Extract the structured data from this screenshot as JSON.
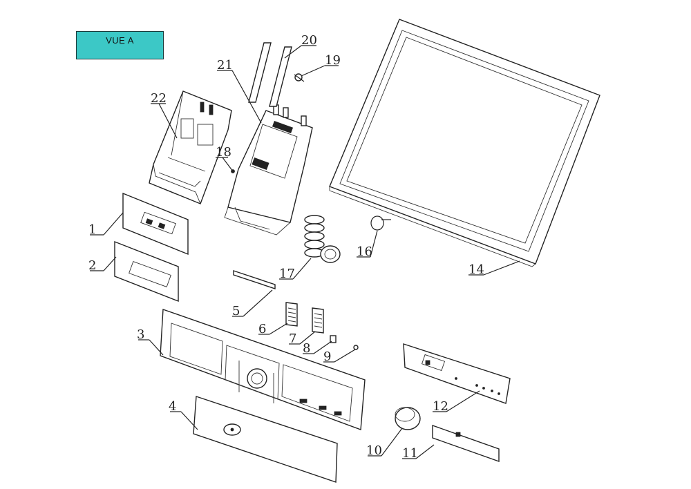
{
  "view_label": {
    "text": "VUE A",
    "color": "#3cc8c6"
  },
  "callouts": [
    {
      "id": "1",
      "text": "1"
    },
    {
      "id": "2",
      "text": "2"
    },
    {
      "id": "3",
      "text": "3"
    },
    {
      "id": "4",
      "text": "4"
    },
    {
      "id": "5",
      "text": "5"
    },
    {
      "id": "6",
      "text": "6"
    },
    {
      "id": "7",
      "text": "7"
    },
    {
      "id": "8",
      "text": "8"
    },
    {
      "id": "9",
      "text": "9"
    },
    {
      "id": "10",
      "text": "10"
    },
    {
      "id": "11",
      "text": "11"
    },
    {
      "id": "12",
      "text": "12"
    },
    {
      "id": "14",
      "text": "14"
    },
    {
      "id": "16",
      "text": "16"
    },
    {
      "id": "17",
      "text": "17"
    },
    {
      "id": "18",
      "text": "18"
    },
    {
      "id": "19",
      "text": "19"
    },
    {
      "id": "20",
      "text": "20"
    },
    {
      "id": "21",
      "text": "21"
    },
    {
      "id": "22",
      "text": "22"
    }
  ]
}
